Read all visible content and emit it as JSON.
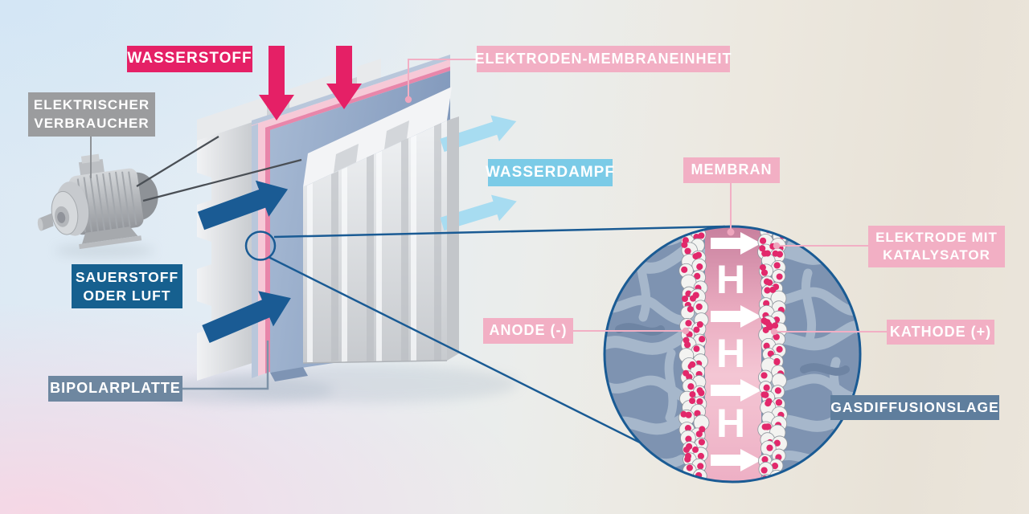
{
  "labels": {
    "wasserstoff": "WASSERSTOFF",
    "verbraucher_line1": "ELEKTRISCHER",
    "verbraucher_line2": "VERBRAUCHER",
    "sauerstoff_line1": "SAUERSTOFF",
    "sauerstoff_line2": "ODER LUFT",
    "bipolarplatte": "BIPOLARPLATTE",
    "membraneinheit": "ELEKTRODEN-MEMBRANEINHEIT",
    "wasserdampf": "WASSERDAMPF",
    "membran": "MEMBRAN",
    "elektrode_line1": "ELEKTRODE MIT",
    "elektrode_line2": "KATALYSATOR",
    "anode": "ANODE (-)",
    "kathode": "KATHODE (+)",
    "gasdiffusionslage": "GASDIFFUSIONSLAGE"
  },
  "detail": {
    "hydrogen_symbol": "H"
  },
  "colors": {
    "magenta": "#e52066",
    "dark_blue": "#1a5b94",
    "label_blue": "#16608f",
    "slate_label": "#6e87a0",
    "slate_dark": "#5f7e9d",
    "pink_label": "#f2afc4",
    "light_blue_label": "#7bcbe7",
    "gray_label": "#9b9c9e",
    "arrow_light_blue": "#a7dcf1",
    "catalyst_dot": "#e2286b",
    "fiber_light": "#a6b7cb",
    "fiber_base": "#7e93b1"
  }
}
